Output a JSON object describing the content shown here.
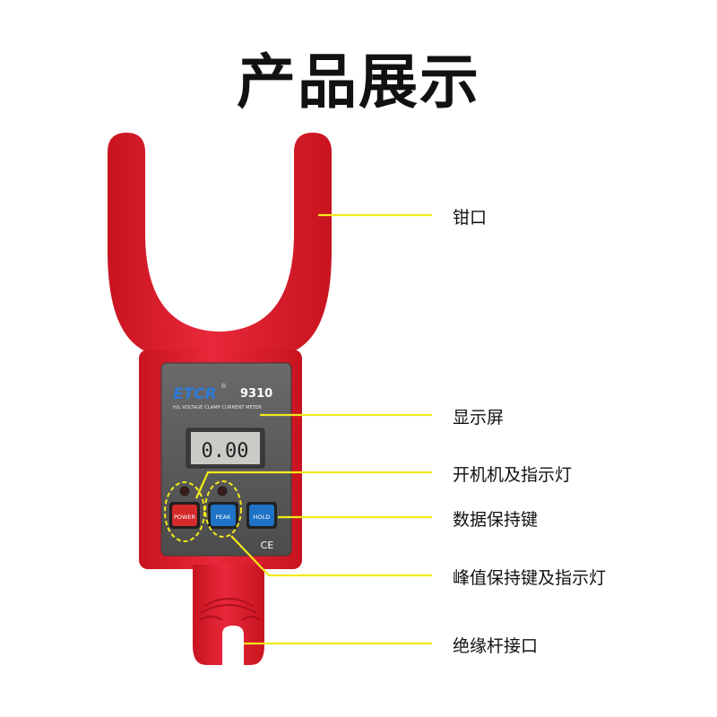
{
  "title": "产品展示",
  "device": {
    "brand": "ETCR",
    "registered_mark": "®",
    "model": "9310",
    "subtitle": "H/L VOLTAGE CLAMP CURRENT METER",
    "display_reading": "0.00",
    "ce_mark": "CE",
    "buttons": {
      "power": "POWER",
      "peak": "PEAK",
      "hold": "HOLD"
    },
    "colors": {
      "body_red": "#e0202e",
      "panel_gray": "#5c5c5c",
      "callout_yellow": "#f2ea1a",
      "lcd": "#c9cbc6",
      "power_button": "#d42a2a",
      "peak_button": "#1f73c7",
      "hold_button": "#1f73c7"
    }
  },
  "callouts": {
    "jaw": "钳口",
    "display": "显示屏",
    "power_light": "开机机及指示灯",
    "hold_key": "数据保持键",
    "peak_key": "峰值保持键及指示灯",
    "rod_interface": "绝缘杆接口"
  }
}
